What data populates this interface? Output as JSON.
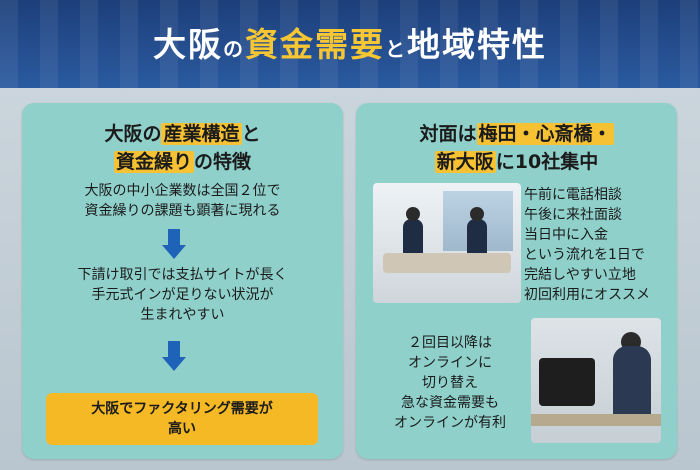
{
  "title": {
    "part1": "大阪",
    "part2": "の",
    "part3": "資金需要",
    "part4": "と",
    "part5": "地域特性"
  },
  "left": {
    "heading_line1_a": "大阪の",
    "heading_line1_b": "産業構造",
    "heading_line1_c": "と",
    "heading_line2_a": "資金繰り",
    "heading_line2_b": "の特徴",
    "text1_line1": "大阪の中小企業数は全国２位で",
    "text1_line2": "資金繰りの課題も顕著に現れる",
    "text2_line1": "下請け取引では支払サイトが長く",
    "text2_line2": "手元式インが足りない状況が",
    "text2_line3": "生まれやすい",
    "box_line1": "大阪でファクタリング需要が",
    "box_line2": "高い"
  },
  "right": {
    "heading_line1_a": "対面は",
    "heading_line1_b": "梅田・心斎橋・",
    "heading_line2_a": "新大阪",
    "heading_line2_b": "に10社集中",
    "list1": [
      "午前に電話相談",
      "午後に来社面談",
      "当日中に入金",
      "という流れを1日で",
      "完結しやすい立地",
      "初回利用にオススメ"
    ],
    "list2": [
      "２回目以降は",
      "オンラインに",
      "切り替え",
      "急な資金需要も",
      "オンラインが有利"
    ]
  },
  "colors": {
    "header_blue": "#1d3f7a",
    "title_yellow": "#f7c633",
    "card_teal": "#8fd0cb",
    "highlight_yellow": "#f6c233",
    "arrow_blue": "#1f63b8"
  },
  "icons": {
    "arrow": "down-arrow-icon"
  }
}
